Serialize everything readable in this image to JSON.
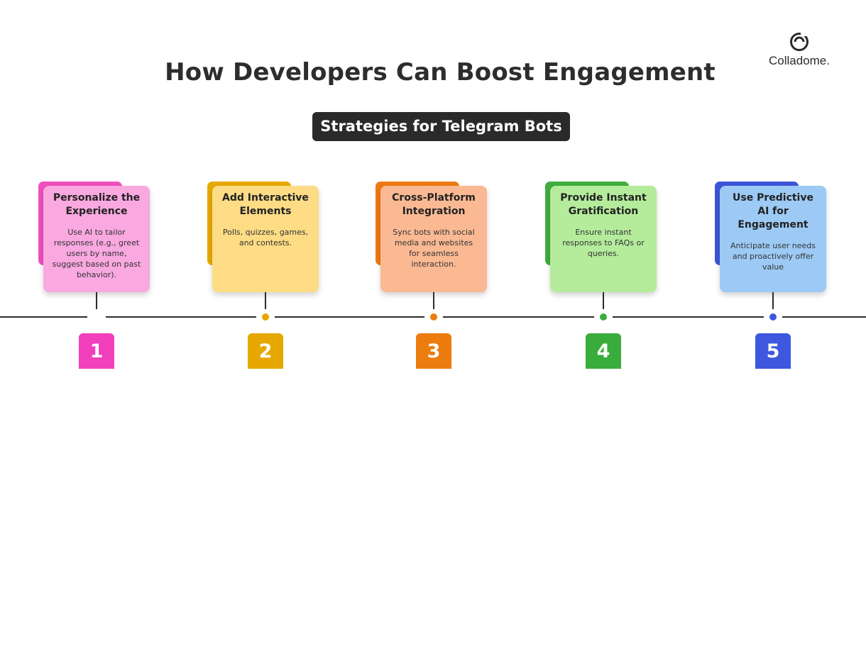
{
  "header": {
    "title": "How Developers Can Boost Engagement",
    "subtitle": "Strategies for Telegram Bots"
  },
  "brand": {
    "name": "Colladome.",
    "icon": "colladome-logo-icon"
  },
  "steps": [
    {
      "number": "1",
      "title": "Personalize the Experience",
      "description": "Use AI to tailor responses (e.g., greet users by name, suggest based on past behavior).",
      "color_main": "#f9a8e0",
      "color_back": "#f04fbf",
      "color_accent": "#f23fbc"
    },
    {
      "number": "2",
      "title": "Add Interactive Elements",
      "description": "Polls, quizzes, games, and contests.",
      "color_main": "#fddc85",
      "color_back": "#e8a900",
      "color_accent": "#e6a800"
    },
    {
      "number": "3",
      "title": "Cross-Platform Integration",
      "description": "Sync bots with social media and websites for seamless interaction.",
      "color_main": "#fbb993",
      "color_back": "#ed7a12",
      "color_accent": "#ec7c0e"
    },
    {
      "number": "4",
      "title": "Provide Instant Gratification",
      "description": "Ensure instant responses to FAQs or queries.",
      "color_main": "#b4ec9c",
      "color_back": "#3fae3e",
      "color_accent": "#3aac3c"
    },
    {
      "number": "5",
      "title": "Use Predictive AI for Engagement",
      "description": "Anticipate user needs and proactively offer value",
      "color_main": "#9ccaf5",
      "color_back": "#3d55d8",
      "color_accent": "#3e57de"
    }
  ]
}
